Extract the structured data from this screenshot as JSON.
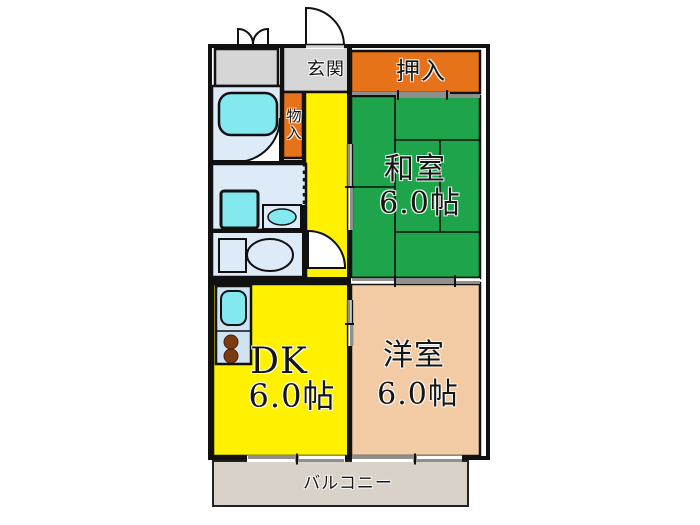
{
  "rooms": {
    "washitsu": {
      "name": "和室",
      "size": "6.0帖"
    },
    "youshitsu": {
      "name": "洋室",
      "size": "6.0帖"
    },
    "dk": {
      "name": "DK",
      "size": "6.0帖"
    },
    "oshiire": {
      "label": "押入"
    },
    "monoire": {
      "label": "物入"
    },
    "genkan": {
      "label": "玄関"
    },
    "balcony": {
      "label": "バルコニー"
    }
  },
  "palette": {
    "gray": "#d6d6d6",
    "lightblue": "#dcebf7",
    "yellow": "#fff100",
    "orange": "#e67319",
    "green": "#1ea54b",
    "tan": "#f2cba5",
    "balcony": "#d9d2c9",
    "cyan": "#83e9ef",
    "counter": "#cfe3f2",
    "burner": "#7b3b10",
    "bar": "#8f8f8f",
    "wall": "#111111"
  }
}
